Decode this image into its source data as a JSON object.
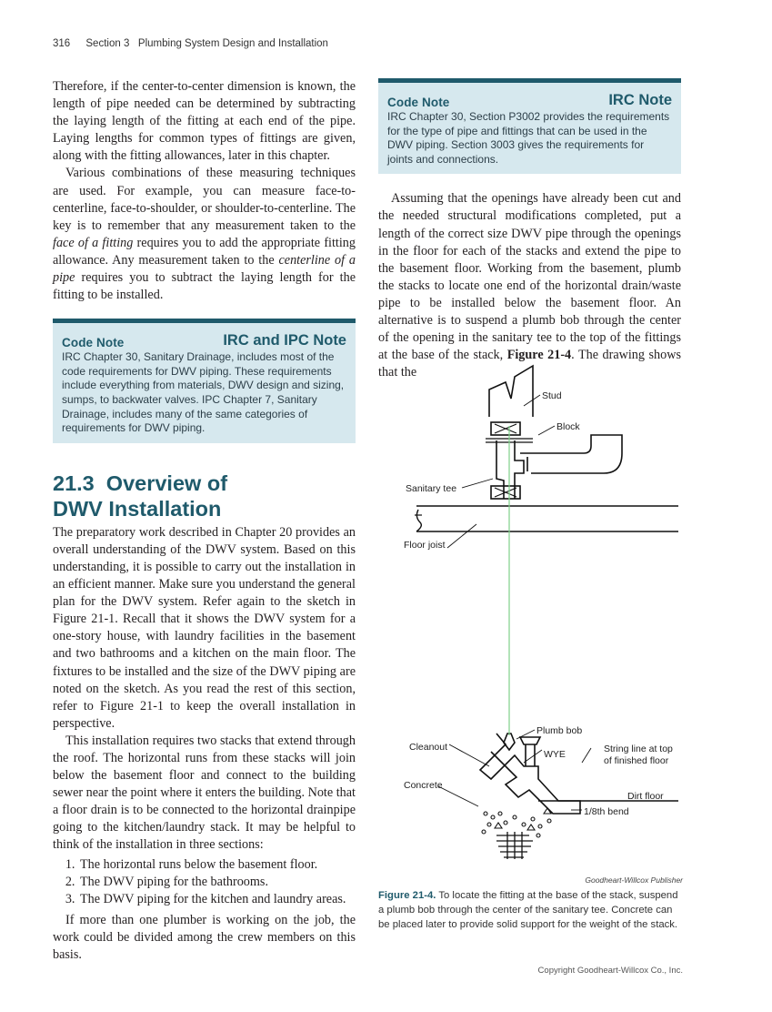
{
  "header": {
    "page_number": "316",
    "running_head": "Section 3   Plumbing System Design and Installation"
  },
  "left_column": {
    "para1": "Therefore, if the center-to-center dimension is known, the length of pipe needed can be determined by subtracting the laying length of the fitting at each end of the pipe. Laying lengths for common types of fittings are given, along with the fitting allowances, later in this chapter.",
    "para2_a": "Various combinations of these measuring techniques are used. For example, you can measure face-to-centerline, face-to-shoulder, or shoulder-to-centerline. The key is to remember that any measurement taken to the ",
    "para2_em1": "face of a fitting",
    "para2_b": " requires you to add  the appropriate fitting allowance. Any measurement taken to the ",
    "para2_em2": "centerline of a pipe",
    "para2_c": " requires you to subtract the laying length for the fitting to be installed.",
    "code_note": {
      "title": "Code Note",
      "tag": "IRC and IPC Note",
      "text": "IRC Chapter 30, Sanitary Drainage, includes most of the code requirements for DWV piping. These requirements include everything from materials, DWV design and sizing, sumps, to backwater valves. IPC Chapter 7, Sanitary Drainage, includes many of the same categories of requirements for DWV piping."
    },
    "section_heading_line1": "21.3  Overview of",
    "section_heading_line2": "DWV Installation",
    "para3": "The preparatory work described in Chapter 20 provides an overall understanding of the DWV system. Based on this understanding, it is possible to carry out the installation in an efficient manner. Make sure you understand the general plan for the DWV system. Refer again to the sketch in Figure 21-1. Recall that it shows the DWV system for a one-story house, with laundry facilities in the basement and two bathrooms and a kitchen on the main floor. The fixtures to be installed and the size of the DWV piping are noted on the sketch. As you read the rest of this section, refer to Figure 21-1 to keep the overall installation in perspective.",
    "para4": "This installation requires two stacks that extend through the roof. The horizontal runs from these stacks will join below the basement floor and connect to the building sewer near the point where it enters the building. Note that a floor drain is to be connected to the horizontal drainpipe going to the kitchen/laundry stack. It may be helpful to think of the installation in three sections:",
    "list": [
      "The horizontal runs below the basement floor.",
      "The DWV piping for the bathrooms.",
      "The DWV piping for the kitchen and laundry areas."
    ],
    "para5": "If more than one plumber is working on the job, the work could be divided among the crew members on this basis."
  },
  "right_column": {
    "code_note": {
      "title": "Code Note",
      "tag": "IRC Note",
      "text": "IRC Chapter 30, Section P3002 provides the requirements for the type of pipe and fittings that can be used in the DWV piping. Section 3003 gives the requirements for joints and connections."
    },
    "para1_a": "Assuming that the openings have already been cut and the needed structural modifications completed, put a length of the correct size DWV pipe through the openings in the floor for each of the stacks and extend the pipe to the basement floor. Working from the basement, plumb the stacks to locate one end of the horizontal drain/waste pipe to be installed below the basement floor. An alternative is to suspend a plumb bob through the center of the opening in the sanitary tee to the top of the fittings at the base of the stack, ",
    "para1_ref": "Figure 21-4",
    "para1_b": ". The drawing shows that the"
  },
  "figure": {
    "labels": {
      "stud": "Stud",
      "block": "Block",
      "sanitary_tee": "Sanitary tee",
      "floor_joist": "Floor joist",
      "plumb_bob": "Plumb bob",
      "cleanout": "Cleanout",
      "wye": "WYE",
      "string_line_1": "String line at top",
      "string_line_2": "of finished floor",
      "concrete": "Concrete",
      "dirt_floor": "Dirt floor",
      "bend": "1/8th bend"
    },
    "credit": "Goodheart-Willcox Publisher",
    "caption_num": "Figure 21-4.",
    "caption_text": "To locate the fitting at the base of the stack, suspend a plumb bob through the center of the sanitary tee. Concrete can be placed later to provide solid support for the weight of the stack."
  },
  "footer": {
    "copyright": "Copyright Goodheart-Willcox Co., Inc."
  },
  "colors": {
    "accent": "#1f5a6b",
    "note_bg": "#d6e8ee",
    "plumb_line": "#7fd08a"
  }
}
